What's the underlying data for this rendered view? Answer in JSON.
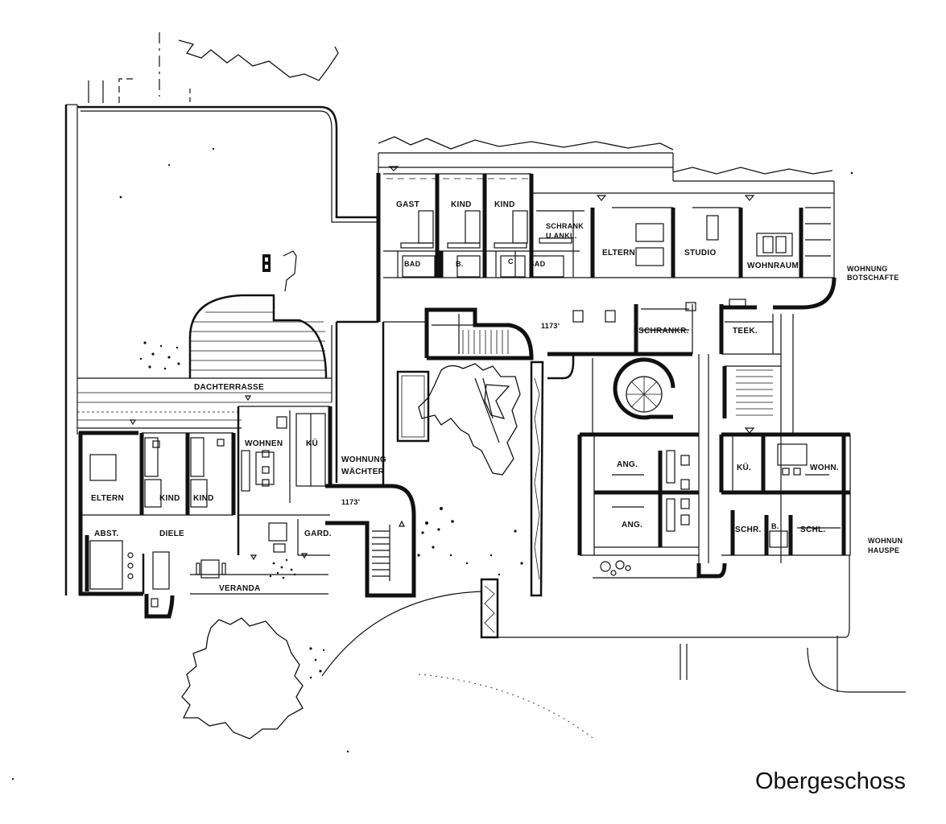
{
  "caption": "Obergeschoss",
  "rooms": {
    "gast": "GAST",
    "kind_1": "KIND",
    "kind_2": "KIND",
    "schrank": "SCHRANK",
    "u_ankl": "U.ANKL.",
    "bad_1": "BAD",
    "b_1": "B.",
    "c": "C",
    "bad_2": "BAD",
    "eltern_top": "ELTERN",
    "studio": "STUDIO",
    "wohnraum": "WOHNRAUM",
    "wohnung_botschafter_1": "WOHNUNG",
    "wohnung_botschafter_2": "BOTSCHAFTE",
    "level_1": "1173'",
    "schrankr": "SCHRANKR.",
    "teek": "TEEK.",
    "dachterrasse": "DACHTERRASSE",
    "wohnen": "WOHNEN",
    "ku_left": "KÜ",
    "wohnung_waechter_1": "WOHNUNG",
    "wohnung_waechter_2": "WÄCHTER",
    "eltern_bottom": "ELTERN",
    "kind_3": "KIND",
    "kind_4": "KIND",
    "level_2": "1173'",
    "abst": "ABST.",
    "diele": "DIELE",
    "gard": "GARD.",
    "veranda": "VERANDA",
    "ang_1": "ANG.",
    "ang_2": "ANG.",
    "ku_right": "KÜ.",
    "wohn": "WOHN.",
    "schr": "SCHR.",
    "b_2": "B.",
    "schl": "SCHL.",
    "wohnung_hauspersonal_1": "WOHNUN",
    "wohnung_hauspersonal_2": "HAUSPE"
  }
}
